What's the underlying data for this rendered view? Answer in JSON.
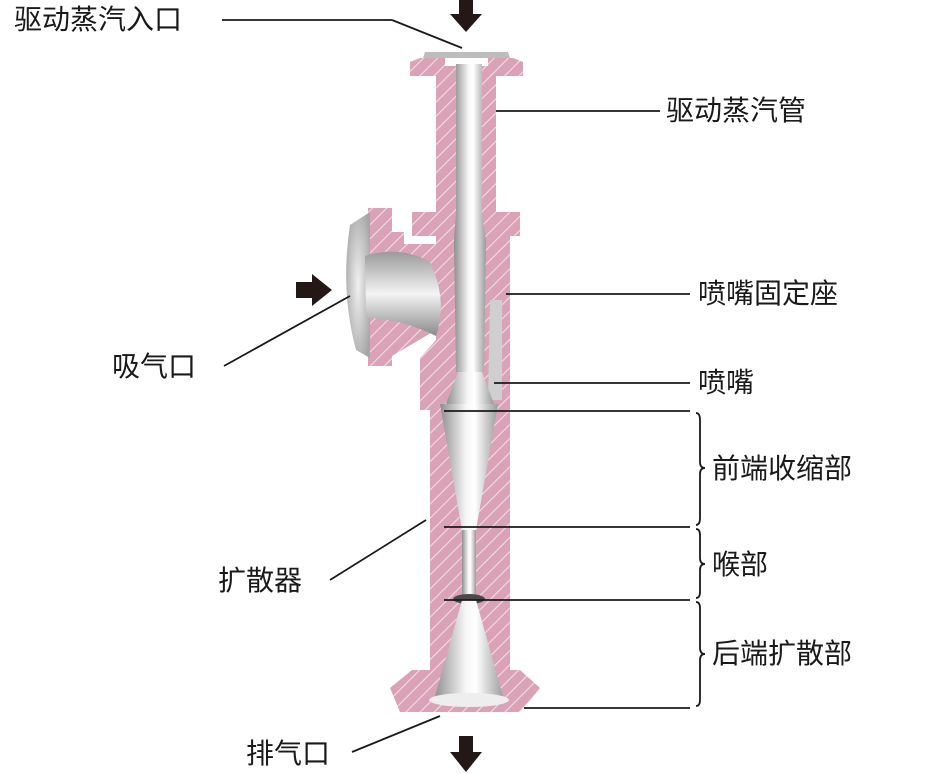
{
  "labels": {
    "steam_inlet": "驱动蒸汽入口",
    "steam_pipe": "驱动蒸汽管",
    "nozzle_seat": "喷嘴固定座",
    "suction_inlet": "吸气口",
    "nozzle": "喷嘴",
    "converging": "前端收缩部",
    "throat": "喉部",
    "diverging": "后端扩散部",
    "diffuser": "扩散器",
    "exhaust": "排气口"
  },
  "colors": {
    "body_fill": "#d9a2b6",
    "hatch": "#f3dce5",
    "bore": "#c8c8c8",
    "line": "#1a1a1a",
    "arrow": "#231815"
  }
}
